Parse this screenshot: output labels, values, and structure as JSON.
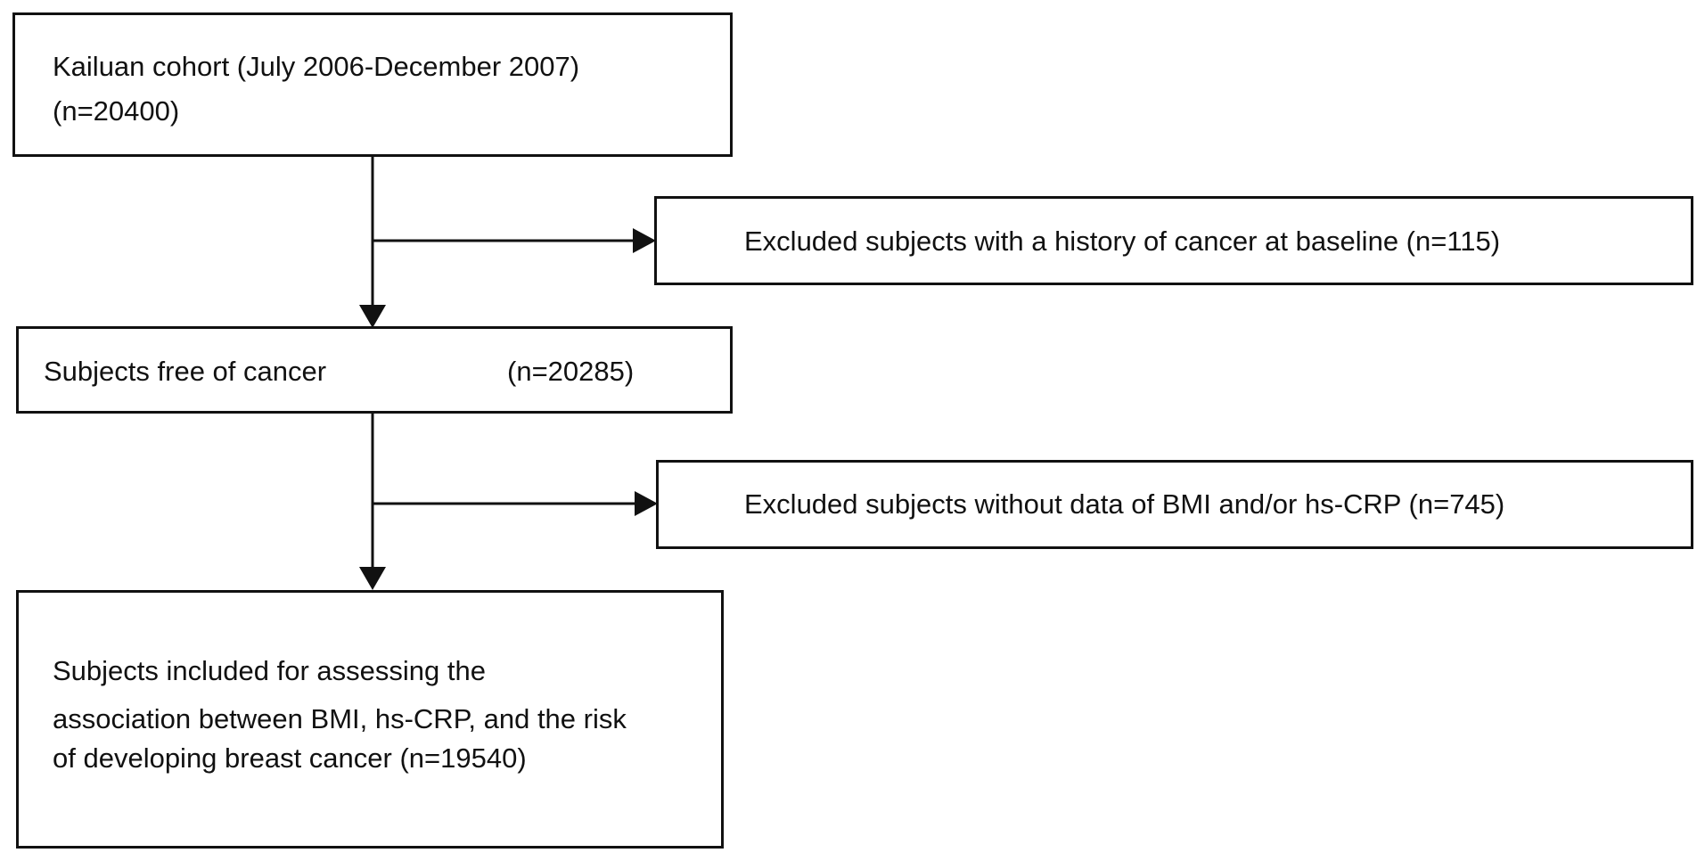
{
  "flowchart": {
    "cohort": {
      "line1": "Kailuan cohort (July 2006-December 2007)",
      "line2": "(n=20400)"
    },
    "exclusion1": {
      "text": "Excluded subjects with a history of cancer at baseline (n=115)"
    },
    "cancer_free": {
      "label": "Subjects free of cancer",
      "count": "(n=20285)"
    },
    "exclusion2": {
      "text": "Excluded subjects without data of BMI and/or hs-CRP (n=745)"
    },
    "included": {
      "line1": "Subjects included for assessing the",
      "line2": "association between BMI, hs-CRP, and the risk",
      "line3": "of developing breast cancer (n=19540)"
    }
  },
  "colors": {
    "stroke": "#111111",
    "background": "#ffffff"
  }
}
